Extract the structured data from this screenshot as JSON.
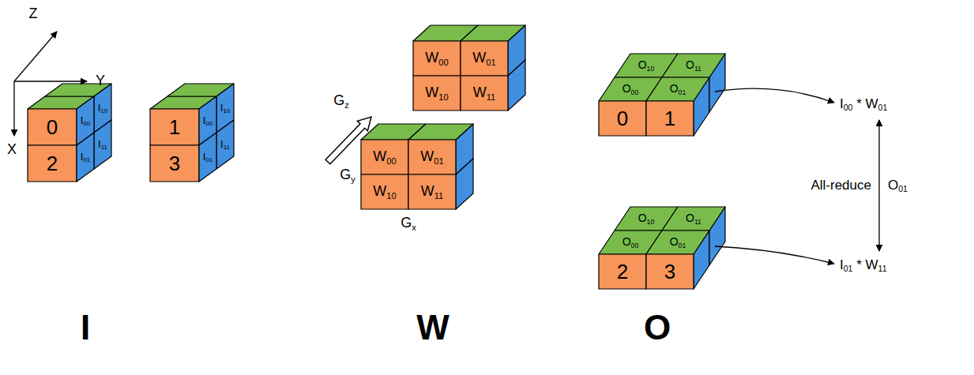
{
  "diagram": {
    "nodes": [
      {
        "text": [
          "0"
        ]
      },
      {
        "text": [
          "2"
        ]
      },
      {
        "text": [
          "I10"
        ]
      },
      {
        "text": [
          "I00"
        ]
      },
      {
        "text": [
          "I11"
        ]
      },
      {
        "text": [
          "I01"
        ]
      },
      {
        "text": [
          "1"
        ]
      },
      {
        "text": [
          "3"
        ]
      },
      {
        "text": [
          "I10"
        ]
      },
      {
        "text": [
          "I00"
        ]
      },
      {
        "text": [
          "I11"
        ]
      },
      {
        "text": [
          "I01"
        ]
      },
      {
        "text": [
          "W00"
        ]
      },
      {
        "text": [
          "W01"
        ]
      },
      {
        "text": [
          "W10"
        ]
      },
      {
        "text": [
          "W11"
        ]
      },
      {
        "text": [
          "W00"
        ]
      },
      {
        "text": [
          "W01"
        ]
      },
      {
        "text": [
          "W10"
        ]
      },
      {
        "text": [
          "W11"
        ]
      },
      {
        "text": [
          "O10"
        ]
      },
      {
        "text": [
          "O11"
        ]
      },
      {
        "text": [
          "O00"
        ]
      },
      {
        "text": [
          "O01"
        ]
      },
      {
        "text": [
          "0"
        ]
      },
      {
        "text": [
          "1"
        ]
      },
      {
        "text": [
          "O10"
        ]
      },
      {
        "text": [
          "O11"
        ]
      },
      {
        "text": [
          "O00"
        ]
      },
      {
        "text": [
          "O01"
        ]
      },
      {
        "text": [
          "2"
        ]
      },
      {
        "text": [
          "3"
        ]
      }
    ],
    "labels": [
      "Z",
      "Y",
      "X",
      "Gz",
      "Gy",
      "Gx",
      "I00 * W01",
      "All-reduce",
      "O01",
      "I01 * W11",
      "I",
      "W",
      "O"
    ]
  }
}
